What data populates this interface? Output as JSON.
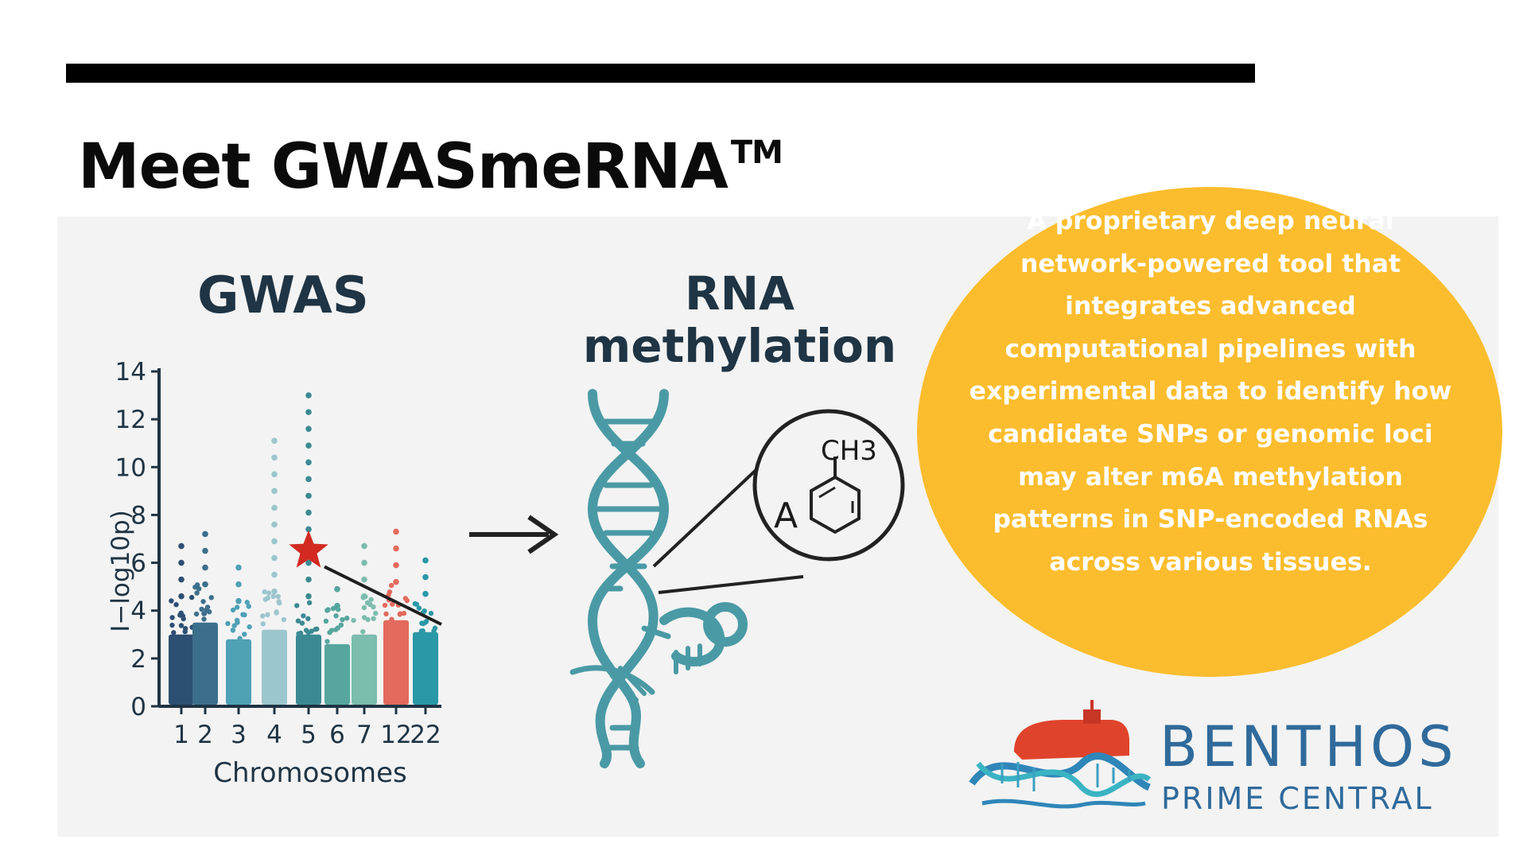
{
  "header": {
    "title": "Meet GWASmeRNA",
    "title_mark": "TM"
  },
  "gwas_panel": {
    "heading": "GWAS",
    "y_axis_label": "I−log10p)",
    "x_axis_label": "Chromosomes",
    "y_ticks": [
      "0",
      "2",
      "4",
      "6",
      "8",
      "10",
      "12",
      "14"
    ],
    "x_ticks": [
      "1",
      "2",
      "3",
      "4",
      "5",
      "6",
      "7",
      "12",
      "22"
    ]
  },
  "rna_panel": {
    "heading_line1": "RNA",
    "heading_line2": "methylation",
    "molecule_group": "CH3",
    "molecule_base": "A"
  },
  "description": {
    "lines": [
      "A proprietary deep neural",
      "network-powered tool that",
      "integrates advanced",
      "computational pipelines with",
      "experimental data to identify how",
      "candidate SNPs or genomic loci",
      "may alter m6A methylation",
      "patterns in SNP-encoded RNAs",
      "across various tissues."
    ]
  },
  "logo": {
    "name_line1": "BENTHOS",
    "name_line2": "PRIME CENTRAL"
  },
  "colors": {
    "accent_circle": "#fbbd2e",
    "heading_navy": "#1f3444",
    "dna_teal": "#4a9aa5",
    "highlight_red": "#d22a20",
    "logo_blue": "#2f6a9b"
  },
  "chart_data": {
    "type": "scatter",
    "subtype": "manhattan",
    "ylim": [
      0,
      14
    ],
    "xlabel": "Chromosomes",
    "ylabel": "I−log10p)",
    "categories": [
      "1",
      "2",
      "3",
      "4",
      "5",
      "6",
      "7",
      "12",
      "22"
    ],
    "series": [
      {
        "values": [
          3.0,
          6.8
        ],
        "color": "#2d4f73"
      },
      {
        "values": [
          3.5,
          7.4
        ],
        "color": "#3c6f8c"
      },
      {
        "values": [
          2.8,
          6.5
        ],
        "color": "#4fa1b6"
      },
      {
        "values": [
          3.2,
          11.4
        ],
        "color": "#9cc6ce"
      },
      {
        "values": [
          3.0,
          13.6
        ],
        "color": "#3b8a93"
      },
      {
        "values": [
          2.6,
          5.2
        ],
        "color": "#56a69e"
      },
      {
        "values": [
          3.0,
          6.9
        ],
        "color": "#7cbdad"
      },
      {
        "values": [
          3.6,
          7.5
        ],
        "color": "#e36a5d"
      },
      {
        "values": [
          3.1,
          6.7
        ],
        "color": "#2a98a7"
      }
    ],
    "highlight": {
      "x": "5",
      "y": 6.5,
      "marker": "star"
    }
  }
}
